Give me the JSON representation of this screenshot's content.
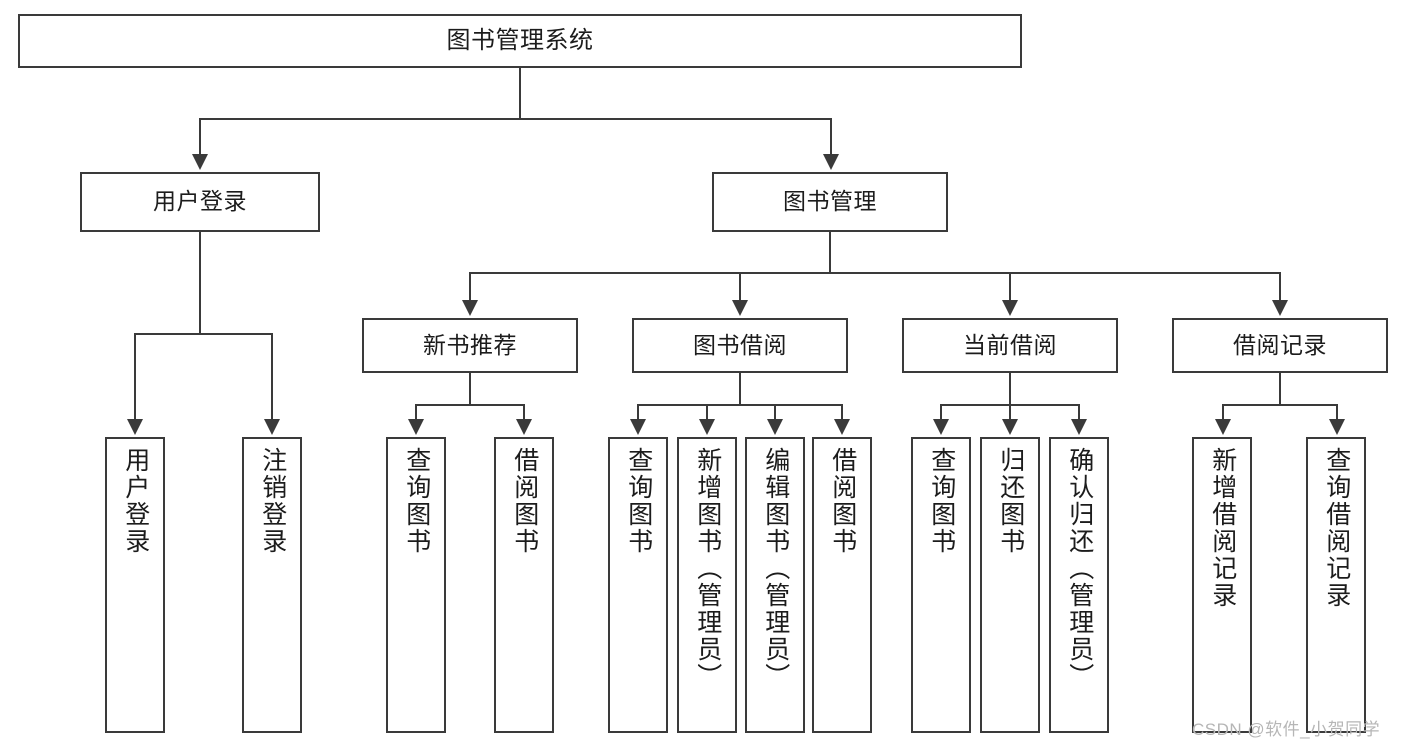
{
  "diagram": {
    "title": "图书管理系统",
    "type": "功能结构图",
    "root": {
      "id": "root",
      "label": "图书管理系统"
    },
    "level2": [
      {
        "id": "user-login",
        "label": "用户登录"
      },
      {
        "id": "book-manage",
        "label": "图书管理"
      }
    ],
    "level3": [
      {
        "id": "new-book-recommend",
        "label": "新书推荐",
        "parent": "book-manage"
      },
      {
        "id": "book-borrow",
        "label": "图书借阅",
        "parent": "book-manage"
      },
      {
        "id": "current-borrow",
        "label": "当前借阅",
        "parent": "book-manage"
      },
      {
        "id": "borrow-record",
        "label": "借阅记录",
        "parent": "book-manage"
      }
    ],
    "leaves": [
      {
        "id": "leaf-user-login",
        "label": "用户登录",
        "parent": "user-login"
      },
      {
        "id": "leaf-user-logout",
        "label": "注销登录",
        "parent": "user-login"
      },
      {
        "id": "leaf-query-book-1",
        "label": "查询图书",
        "parent": "new-book-recommend"
      },
      {
        "id": "leaf-borrow-book-1",
        "label": "借阅图书",
        "parent": "new-book-recommend"
      },
      {
        "id": "leaf-query-book-2",
        "label": "查询图书",
        "parent": "book-borrow"
      },
      {
        "id": "leaf-add-book",
        "label": "新增图书（管理员）",
        "parent": "book-borrow"
      },
      {
        "id": "leaf-edit-book",
        "label": "编辑图书（管理员）",
        "parent": "book-borrow"
      },
      {
        "id": "leaf-borrow-book-2",
        "label": "借阅图书",
        "parent": "book-borrow"
      },
      {
        "id": "leaf-query-book-3",
        "label": "查询图书",
        "parent": "current-borrow"
      },
      {
        "id": "leaf-return-book",
        "label": "归还图书",
        "parent": "current-borrow"
      },
      {
        "id": "leaf-confirm-return",
        "label": "确认归还（管理员）",
        "parent": "current-borrow"
      },
      {
        "id": "leaf-add-record",
        "label": "新增借阅记录",
        "parent": "borrow-record"
      },
      {
        "id": "leaf-query-record",
        "label": "查询借阅记录",
        "parent": "borrow-record"
      }
    ],
    "colors": {
      "stroke": "#3a3a3a",
      "text": "#1c1c1c",
      "background": "#ffffff",
      "watermark": "#b6b6b6"
    }
  },
  "watermark": {
    "text": "CSDN @软件_小贺同学"
  }
}
